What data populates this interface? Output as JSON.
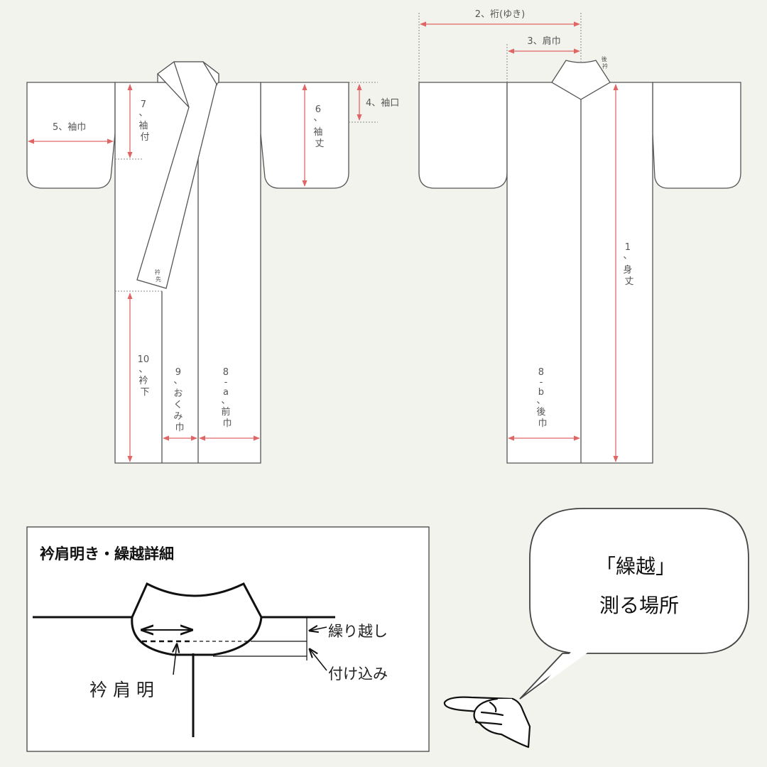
{
  "colors": {
    "background": "#f3f3ee",
    "measure": "#e06666",
    "outline": "#555555",
    "text": "#555555"
  },
  "front": {
    "m4": "4、袖口",
    "m5": "5、袖巾",
    "m6": [
      "6",
      "、",
      "袖",
      "丈"
    ],
    "m7": [
      "7",
      "、",
      "袖",
      "付"
    ],
    "m8a": [
      "8",
      "-",
      "a",
      "、",
      "前",
      "巾"
    ],
    "m9": [
      "9",
      "、",
      "お",
      "く",
      "み",
      "巾"
    ],
    "m10": [
      "10",
      "、",
      "衿",
      "下"
    ],
    "eri_saki": [
      "衿",
      "先"
    ]
  },
  "back": {
    "m1": [
      "1",
      "、",
      "身",
      "丈"
    ],
    "m2": "2、裄(ゆき)",
    "m3": "3、肩巾",
    "m8b": [
      "8",
      "-",
      "b",
      "、",
      "後",
      "巾"
    ],
    "ushiro_eri": [
      "後",
      "衿"
    ]
  },
  "detail": {
    "title": "衿肩明き・繰越詳細",
    "kurikoshi": "繰り越し",
    "tsukekomi": "付け込み",
    "erikata": "衿 肩 明"
  },
  "callout": {
    "line1": "「繰越」",
    "line2": "測る場所"
  },
  "icons": [
    "pointing-hand-icon"
  ]
}
